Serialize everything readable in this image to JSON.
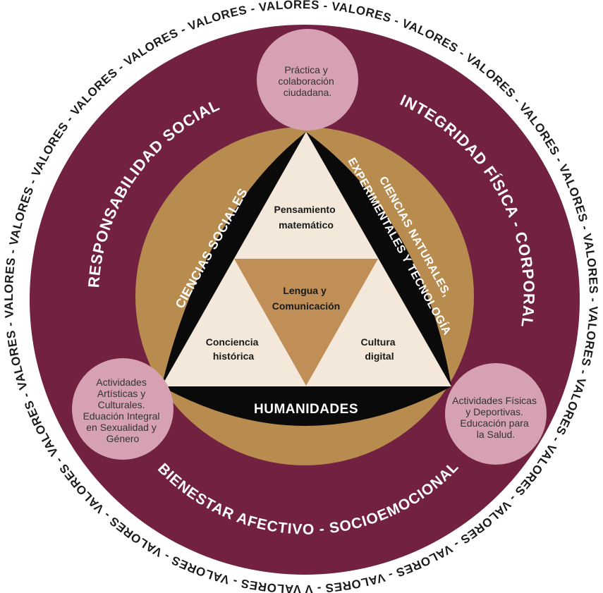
{
  "colors": {
    "maroon": "#722240",
    "gold": "#B88B4E",
    "black": "#0a0a0a",
    "cream": "#F4E8DA",
    "pink": "#D6A2B3",
    "inner_gold": "#BF8F57"
  },
  "outer_ring_word": "VALORES",
  "outer_ring_text": "VALORES - VALORES - VALORES - VALORES - VALORES - VALORES - VALORES - VALORES - VALORES - VALORES - VALORES - VALORES - VALORES - VALORES - VALORES - VALORES - VALORES - VALORES - VALORES - VALORES - VALORES - VALORES - VALORES - VALORES - VALORES - VALORES - ",
  "ring_labels": {
    "left": "RESPONSABILIDAD SOCIAL",
    "right": "INTEGRIDAD FÍSICA - CORPORAL",
    "bottom": "BIENESTAR AFECTIVO - SOCIOEMOCIONAL"
  },
  "bands": {
    "left": "CIENCIAS SOCIALES",
    "right_line1": "CIENCIAS NATURALES,",
    "right_line2": "EXPERIMENTALES Y TECNOLOGÍA",
    "bottom": "HUMANIDADES"
  },
  "triangle": {
    "top": [
      "Pensamiento",
      "matemático"
    ],
    "center": [
      "Lengua y",
      "Comunicación"
    ],
    "left": [
      "Conciencia",
      "histórica"
    ],
    "right": [
      "Cultura",
      "digital"
    ]
  },
  "bubbles": {
    "top": [
      "Práctica y",
      "colaboración",
      "ciudadana."
    ],
    "left": [
      "Actividades",
      "Artísticas y",
      "Culturales.",
      "Eduación Integral",
      "en Sexualidad y",
      "Género"
    ],
    "right": [
      "Actividades Físicas",
      "y Deportivas.",
      "Educación para",
      "la Salud."
    ]
  }
}
